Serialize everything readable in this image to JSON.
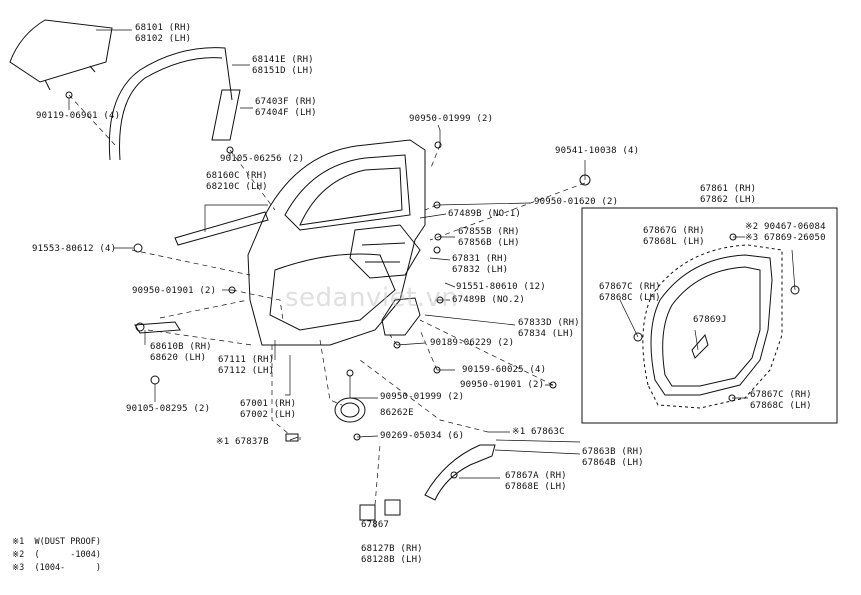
{
  "watermark": "sedanviet.vn",
  "parts": {
    "p68101": "68101 (RH)",
    "p68102": "68102 (LH)",
    "p68141": "68141E (RH)",
    "p68151": "68151D (LH)",
    "p67403": "67403F (RH)",
    "p67404": "67404F (LH)",
    "p90119": "90119-06961 (4)",
    "p90105a": "90105-06256 (2)",
    "p68160": "68160C (RH)",
    "p68210": "68210C (LH)",
    "p91553": "91553-80612 (4)",
    "p90950a": "90950-01999 (2)",
    "p90541": "90541-10038 (4)",
    "p90950b": "90950-01620 (2)",
    "p67489": "67489B (NO.1)",
    "p67855": "67855B (RH)",
    "p67856": "67856B (LH)",
    "p67831": "67831 (RH)",
    "p67832": "67832 (LH)",
    "p91551": "91551-80610 (12)",
    "p67489b": "67489B (NO.2)",
    "p90950c": "90950-01901 (2)",
    "p68610": "68610B (RH)",
    "p68620": "68620 (LH)",
    "p67833": "67833D (RH)",
    "p67834": "67834 (LH)",
    "p90189": "90189-06229 (2)",
    "p67111": "67111 (RH)",
    "p67112": "67112 (LH)",
    "p90159": "90159-60025 (4)",
    "p90950d": "90950-01901 (2)",
    "p90105b": "90105-08295 (2)",
    "p90950e": "90950-01999 (2)",
    "p67001": "67001 (RH)",
    "p67002": "67002 (LH)",
    "p86262": "86262E",
    "p67837": "※1 67837B",
    "p90269": "90269-05034 (6)",
    "p67863c": "※1 67863C",
    "p67863b": "67863B (RH)",
    "p67864b": "67864B (LH)",
    "p67867a": "67867A (RH)",
    "p67868e": "67868E (LH)",
    "p67867": "67867",
    "p68127": "68127B (RH)",
    "p68128": "68128B (LH)",
    "p67861": "67861 (RH)",
    "p67862": "67862 (LH)",
    "p67867g": "67867G (RH)",
    "p67868l": "67868L (LH)",
    "p90467": "※2 90467-06084",
    "p67869n": "※3 67869-26050",
    "p67867c1": "67867C (RH)",
    "p67868c1": "67868C (LH)",
    "p67869j": "67869J",
    "p67867c2": "67867C (RH)",
    "p67868c2": "67868C (LH)"
  },
  "notes": {
    "n1": "※1  W(DUST PROOF)",
    "n2": "※2  (      -1004)",
    "n3": "※3  (1004-      )"
  }
}
